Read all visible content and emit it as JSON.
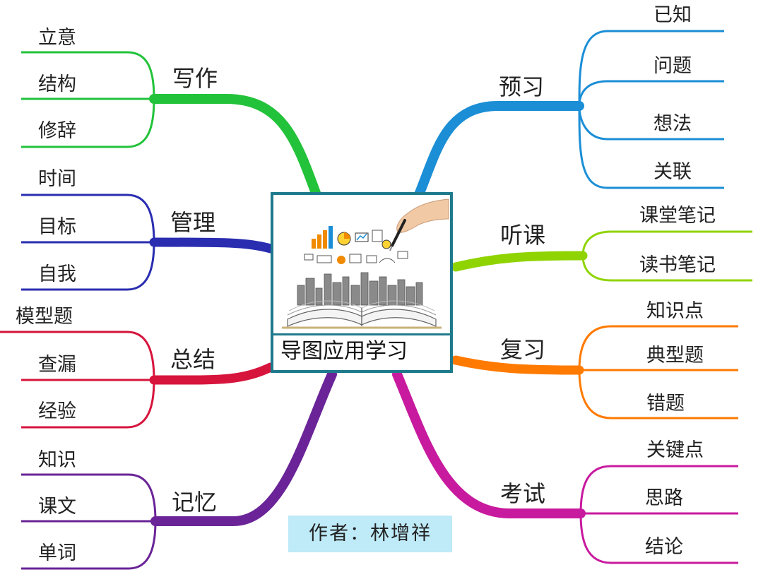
{
  "center": {
    "title": "导图应用学习"
  },
  "author": "作者：林增祥",
  "branches": [
    {
      "label": "预习",
      "color": "#1b8ed6",
      "leaves": [
        "已知",
        "问题",
        "想法",
        "关联"
      ]
    },
    {
      "label": "听课",
      "color": "#8fd400",
      "leaves": [
        "课堂笔记",
        "读书笔记"
      ]
    },
    {
      "label": "复习",
      "color": "#ff7a00",
      "leaves": [
        "知识点",
        "典型题",
        "错题"
      ]
    },
    {
      "label": "考试",
      "color": "#c81a9e",
      "leaves": [
        "关键点",
        "思路",
        "结论"
      ]
    },
    {
      "label": "写作",
      "color": "#22c23a",
      "leaves": [
        "立意",
        "结构",
        "修辞"
      ]
    },
    {
      "label": "管理",
      "color": "#2a2db0",
      "leaves": [
        "时间",
        "目标",
        "自我"
      ]
    },
    {
      "label": "总结",
      "color": "#d6143c",
      "leaves": [
        "模型题",
        "查漏",
        "经验"
      ]
    },
    {
      "label": "记忆",
      "color": "#6a2497",
      "leaves": [
        "知识",
        "课文",
        "单词"
      ]
    }
  ]
}
